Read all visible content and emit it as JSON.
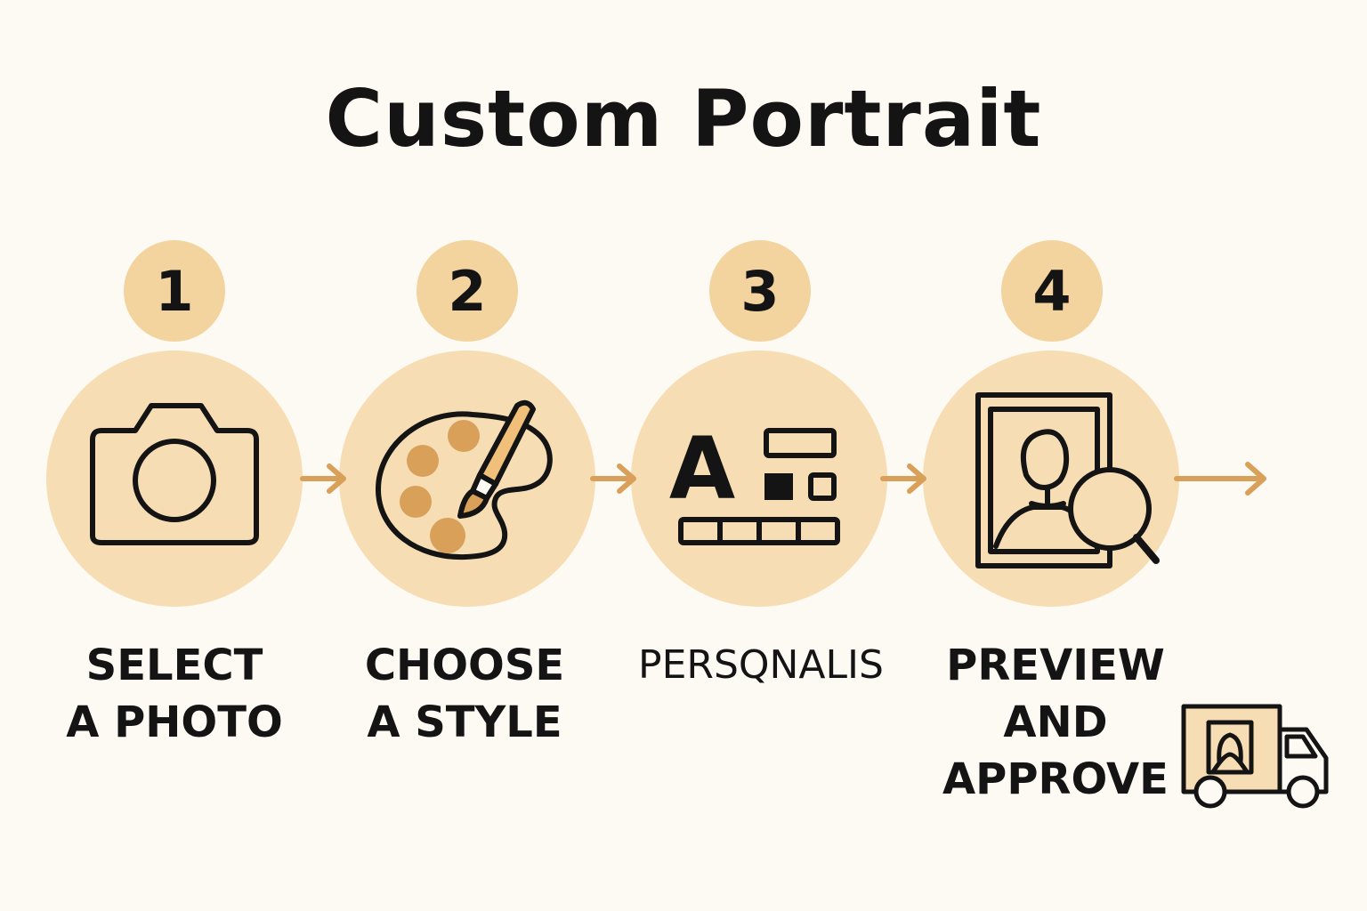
{
  "title": "Custom Portrait",
  "colors": {
    "background": "#fdfaf3",
    "number_badge": "#f3d39e",
    "icon_disc": "#f7ddb4",
    "arrow": "#d9a05a",
    "paint": "#d9a05a"
  },
  "steps": [
    {
      "number": "1",
      "icon": "camera-icon",
      "label_lines": [
        "SELECT",
        "A PHOTO"
      ]
    },
    {
      "number": "2",
      "icon": "palette-brush-icon",
      "label_lines": [
        "CHOOSE",
        "A STYLE"
      ]
    },
    {
      "number": "3",
      "icon": "text-layout-icon",
      "label_lines": [
        "PERSQNALIS"
      ]
    },
    {
      "number": "4",
      "icon": "portrait-magnifier-icon",
      "label_lines": [
        "PREVIEW",
        "AND",
        "APPROVE"
      ]
    }
  ],
  "delivery_icon": "delivery-truck-icon",
  "text_icon_letter": "A"
}
